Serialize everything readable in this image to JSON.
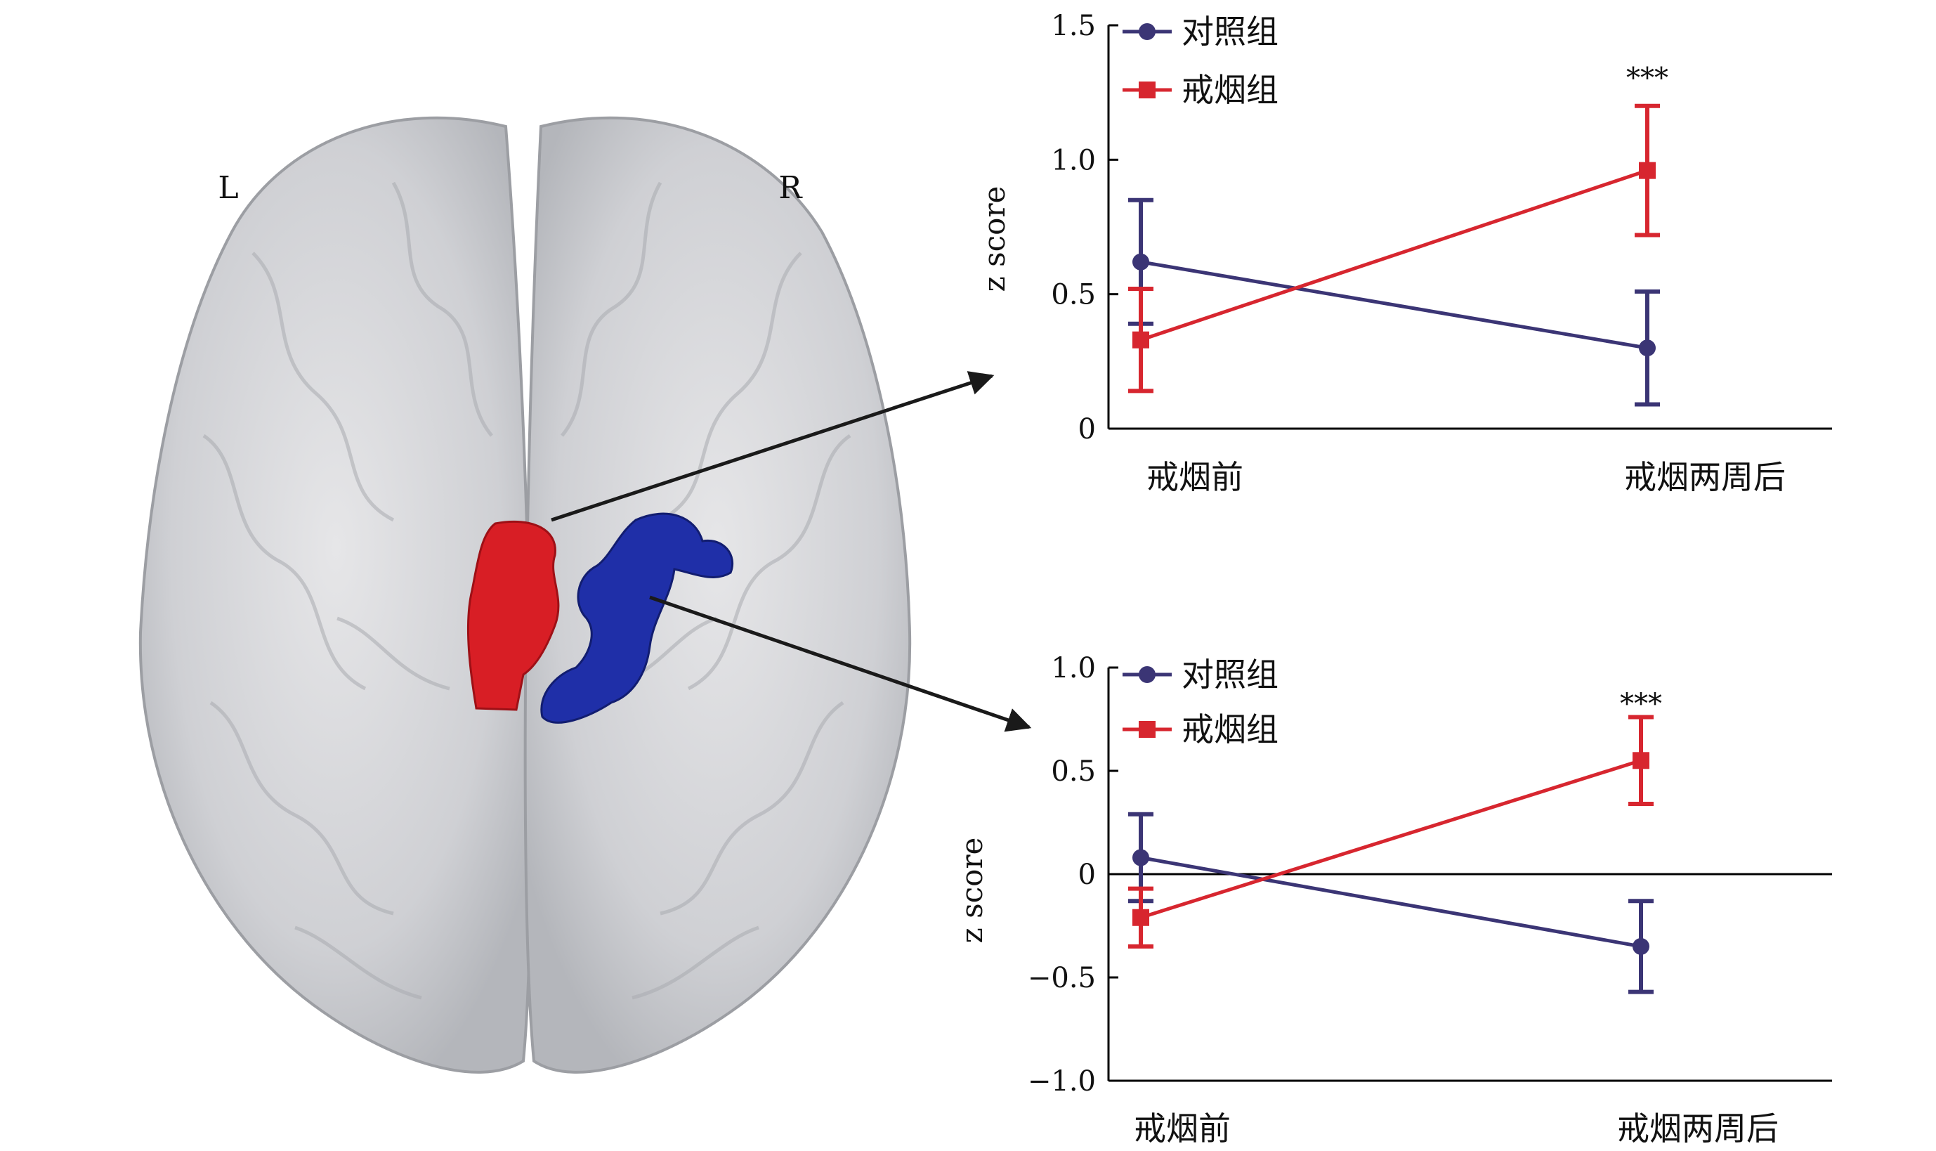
{
  "brain": {
    "left_label": "L",
    "right_label": "R"
  },
  "colors": {
    "control": "#3b3575",
    "quit": "#d7262f",
    "region_red": "#d81e25",
    "region_blue": "#1f2fa8",
    "axis": "#000000"
  },
  "chart_data": [
    {
      "type": "line",
      "ylabel": "z score",
      "categories": [
        "戒烟前",
        "戒烟两周后"
      ],
      "ylim": [
        0,
        1.5
      ],
      "yticks": [
        0,
        0.5,
        1.0,
        1.5
      ],
      "ytick_labels": [
        "0",
        "0.5",
        "1.0",
        "1.5"
      ],
      "zero_line": false,
      "legend_position": "top-left",
      "series": [
        {
          "name": "对照组",
          "marker": "circle",
          "values": [
            0.62,
            0.3
          ],
          "errors": [
            0.23,
            0.21
          ]
        },
        {
          "name": "戒烟组",
          "marker": "square",
          "values": [
            0.33,
            0.96
          ],
          "errors": [
            0.19,
            0.24
          ]
        }
      ],
      "annotations": [
        {
          "text": "***",
          "category_index": 1,
          "y": 1.3
        }
      ]
    },
    {
      "type": "line",
      "ylabel": "z score",
      "categories": [
        "戒烟前",
        "戒烟两周后"
      ],
      "ylim": [
        -1.0,
        1.0
      ],
      "yticks": [
        -1.0,
        -0.5,
        0,
        0.5,
        1.0
      ],
      "ytick_labels": [
        "−1.0",
        "−0.5",
        "0",
        "0.5",
        "1.0"
      ],
      "zero_line": true,
      "legend_position": "top-left",
      "series": [
        {
          "name": "对照组",
          "marker": "circle",
          "values": [
            0.08,
            -0.35
          ],
          "errors": [
            0.21,
            0.22
          ]
        },
        {
          "name": "戒烟组",
          "marker": "square",
          "values": [
            -0.21,
            0.55
          ],
          "errors": [
            0.14,
            0.21
          ]
        }
      ],
      "annotations": [
        {
          "text": "***",
          "category_index": 1,
          "y": 0.82
        }
      ]
    }
  ]
}
